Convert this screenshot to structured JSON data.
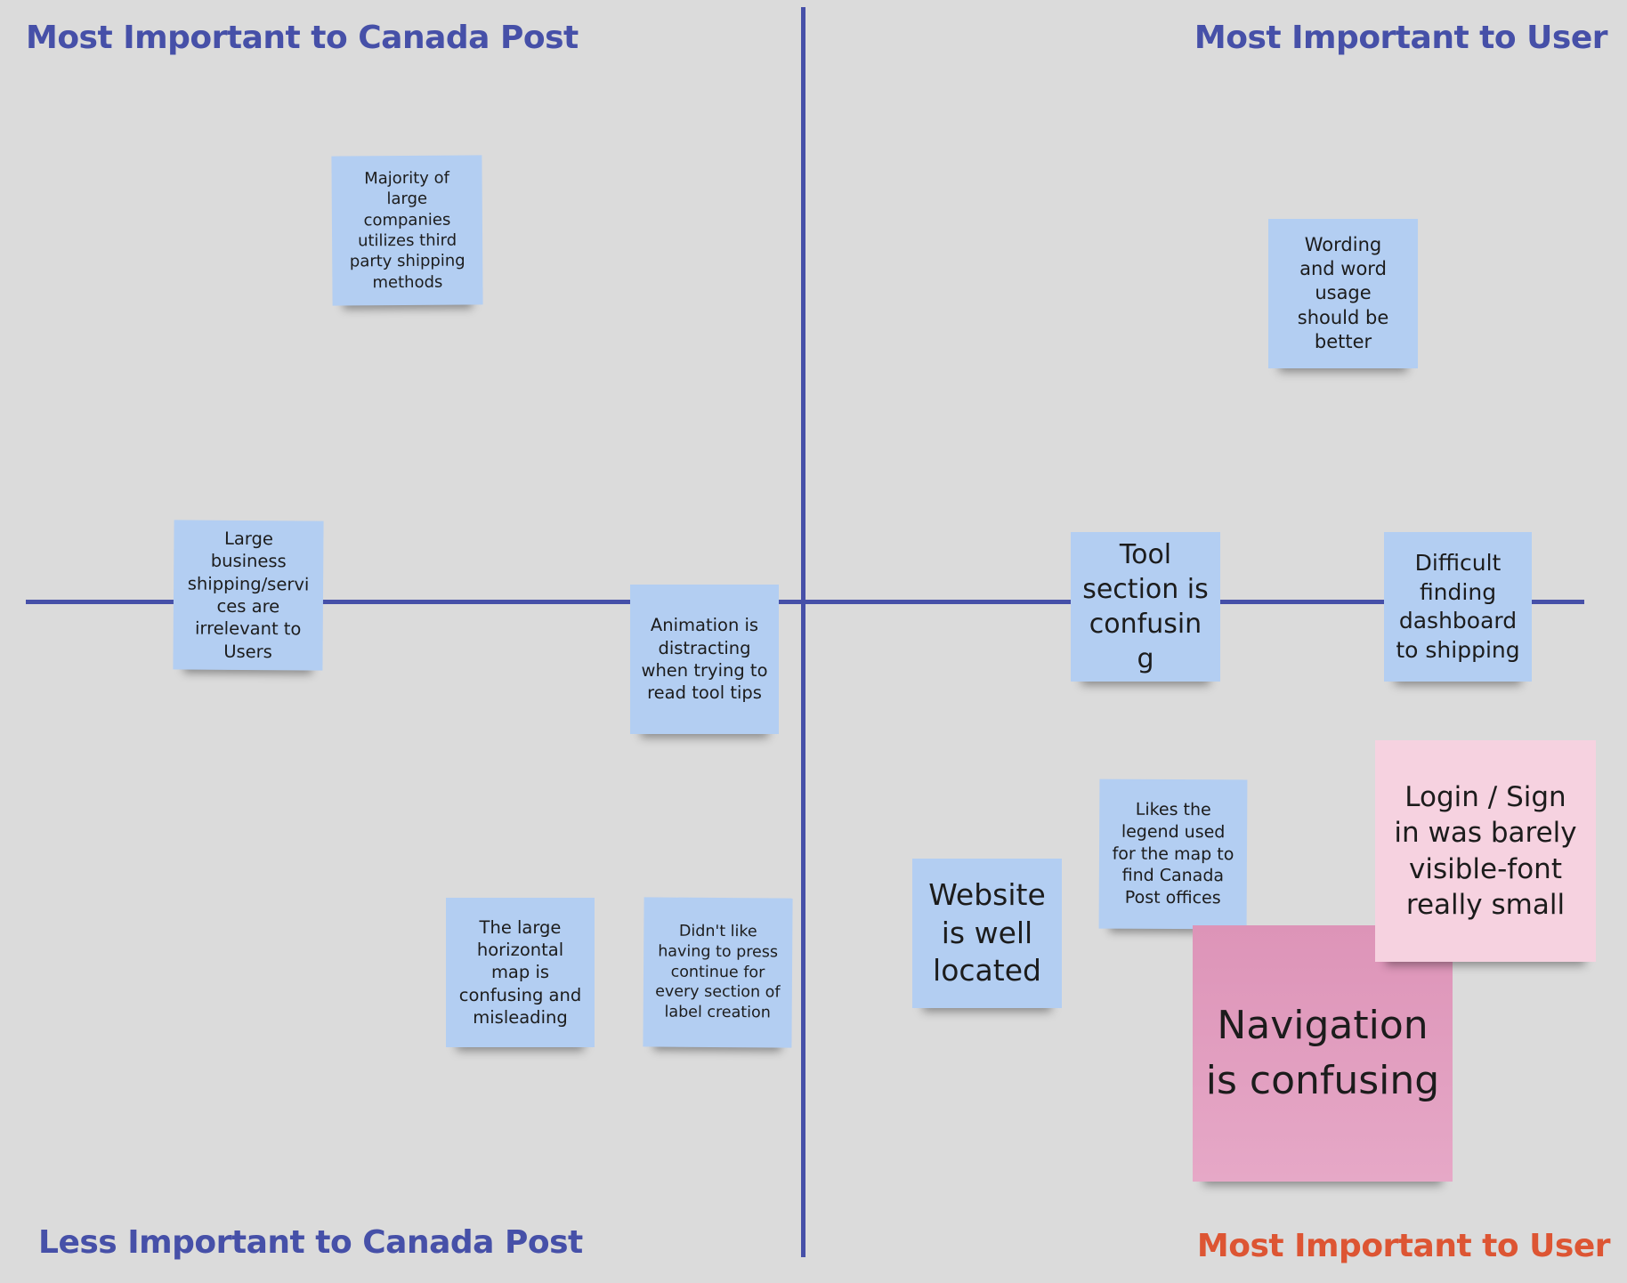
{
  "colors": {
    "background": "#dbdbdb",
    "axis": "#4650a8",
    "label_blue": "#4650a8",
    "label_orange": "#dd5533",
    "note_blue": "#b3cef2",
    "note_pink_dark": "#e39fc0",
    "note_pink_light": "#f6d2e0"
  },
  "quadrant_labels": {
    "top_left": "Most Important to Canada Post",
    "top_right": "Most Important to User",
    "bottom_left": "Less Important to Canada Post",
    "bottom_right": "Most Important to User"
  },
  "notes": [
    {
      "id": "majority-large-companies",
      "text": "Majority of large companies utilizes third party shipping methods",
      "color": "#b3cef2"
    },
    {
      "id": "wording-word-usage",
      "text": "Wording and word usage should be better",
      "color": "#b3cef2"
    },
    {
      "id": "large-business-shipping",
      "text": "Large business shipping/services are irrelevant to Users",
      "color": "#b3cef2"
    },
    {
      "id": "animation-distracting",
      "text": "Animation is distracting when trying to read tool tips",
      "color": "#b3cef2"
    },
    {
      "id": "tool-section-confusing",
      "text": "Tool section is confusing",
      "color": "#b3cef2"
    },
    {
      "id": "difficult-finding-dashboard",
      "text": "Difficult finding dashboard to shipping",
      "color": "#b3cef2"
    },
    {
      "id": "likes-legend",
      "text": "Likes the legend used for the map to find Canada Post offices",
      "color": "#b3cef2"
    },
    {
      "id": "website-well-located",
      "text": "Website is well located",
      "color": "#b3cef2"
    },
    {
      "id": "large-horizontal-map",
      "text": "The large horizontal map is confusing and misleading",
      "color": "#b3cef2"
    },
    {
      "id": "didnt-like-continue",
      "text": "Didn't like having to press continue for every section of label creation",
      "color": "#b3cef2"
    },
    {
      "id": "navigation-confusing",
      "text": "Navigation is confusing",
      "color": "#e39fc0"
    },
    {
      "id": "login-sign-in",
      "text": "Login / Sign in was barely visible-font really small",
      "color": "#f6d2e0"
    }
  ]
}
